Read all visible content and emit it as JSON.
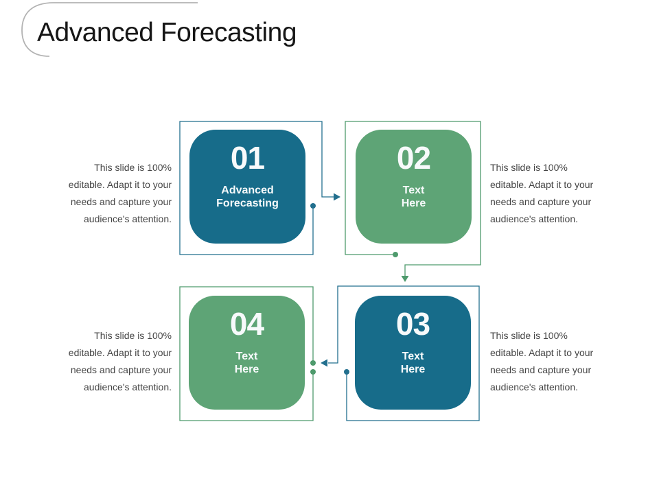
{
  "slide": {
    "title": "Advanced Forecasting",
    "editable_note": "This slide is 100%\neditable. Adapt it to your\nneeds and capture your\naudience's attention.",
    "steps": [
      {
        "number": "01",
        "label": "Advanced\nForecasting",
        "fill": "teal"
      },
      {
        "number": "02",
        "label": "Text\nHere",
        "fill": "green"
      },
      {
        "number": "03",
        "label": "Text\nHere",
        "fill": "teal"
      },
      {
        "number": "04",
        "label": "Text\nHere",
        "fill": "green"
      }
    ],
    "flow_order": [
      "01",
      "02",
      "03",
      "04"
    ],
    "colors": {
      "teal": "#176c8a",
      "green": "#5ea476",
      "teal_line": "#226f8e",
      "green_line": "#4e9a6c",
      "note_text": "#454545",
      "title_text": "#161616",
      "arc": "#b3b3b3",
      "box_text": "#f7fafb"
    }
  }
}
